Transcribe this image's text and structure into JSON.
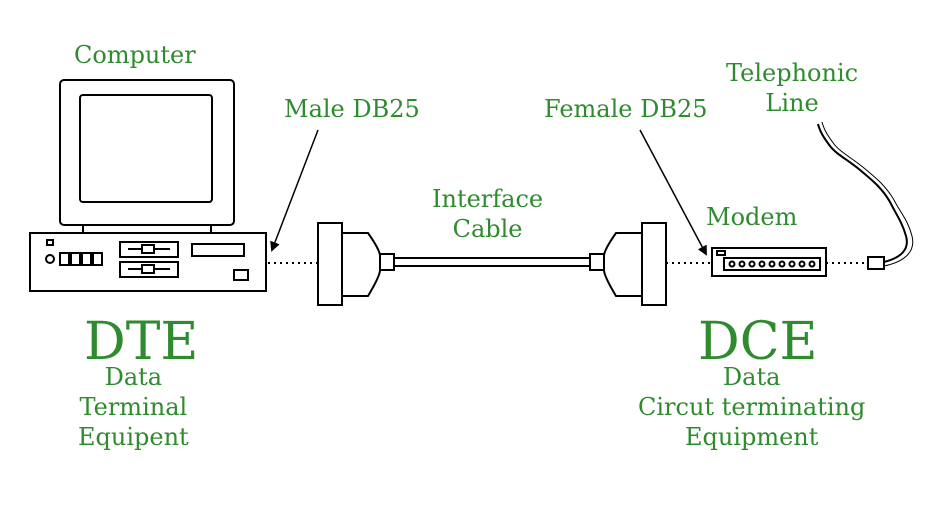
{
  "colors": {
    "text": "#2e8b2e",
    "stroke": "#000000",
    "fill": "#ffffff"
  },
  "icons": [
    "computer-icon",
    "db25-connector-icon",
    "modem-icon",
    "telephone-plug-icon"
  ],
  "labels": {
    "computer": "Computer",
    "male_db25": "Male DB25",
    "female_db25": "Female DB25",
    "telephonic_line": [
      "Telephonic",
      "Line"
    ],
    "interface_cable": [
      "Interface",
      "Cable"
    ],
    "modem": "Modem",
    "dte": "DTE",
    "dte_full": [
      "Data",
      "Terminal",
      "Equipent"
    ],
    "dce": "DCE",
    "dce_full": [
      "Data",
      "Circut terminating",
      "Equipment"
    ]
  }
}
